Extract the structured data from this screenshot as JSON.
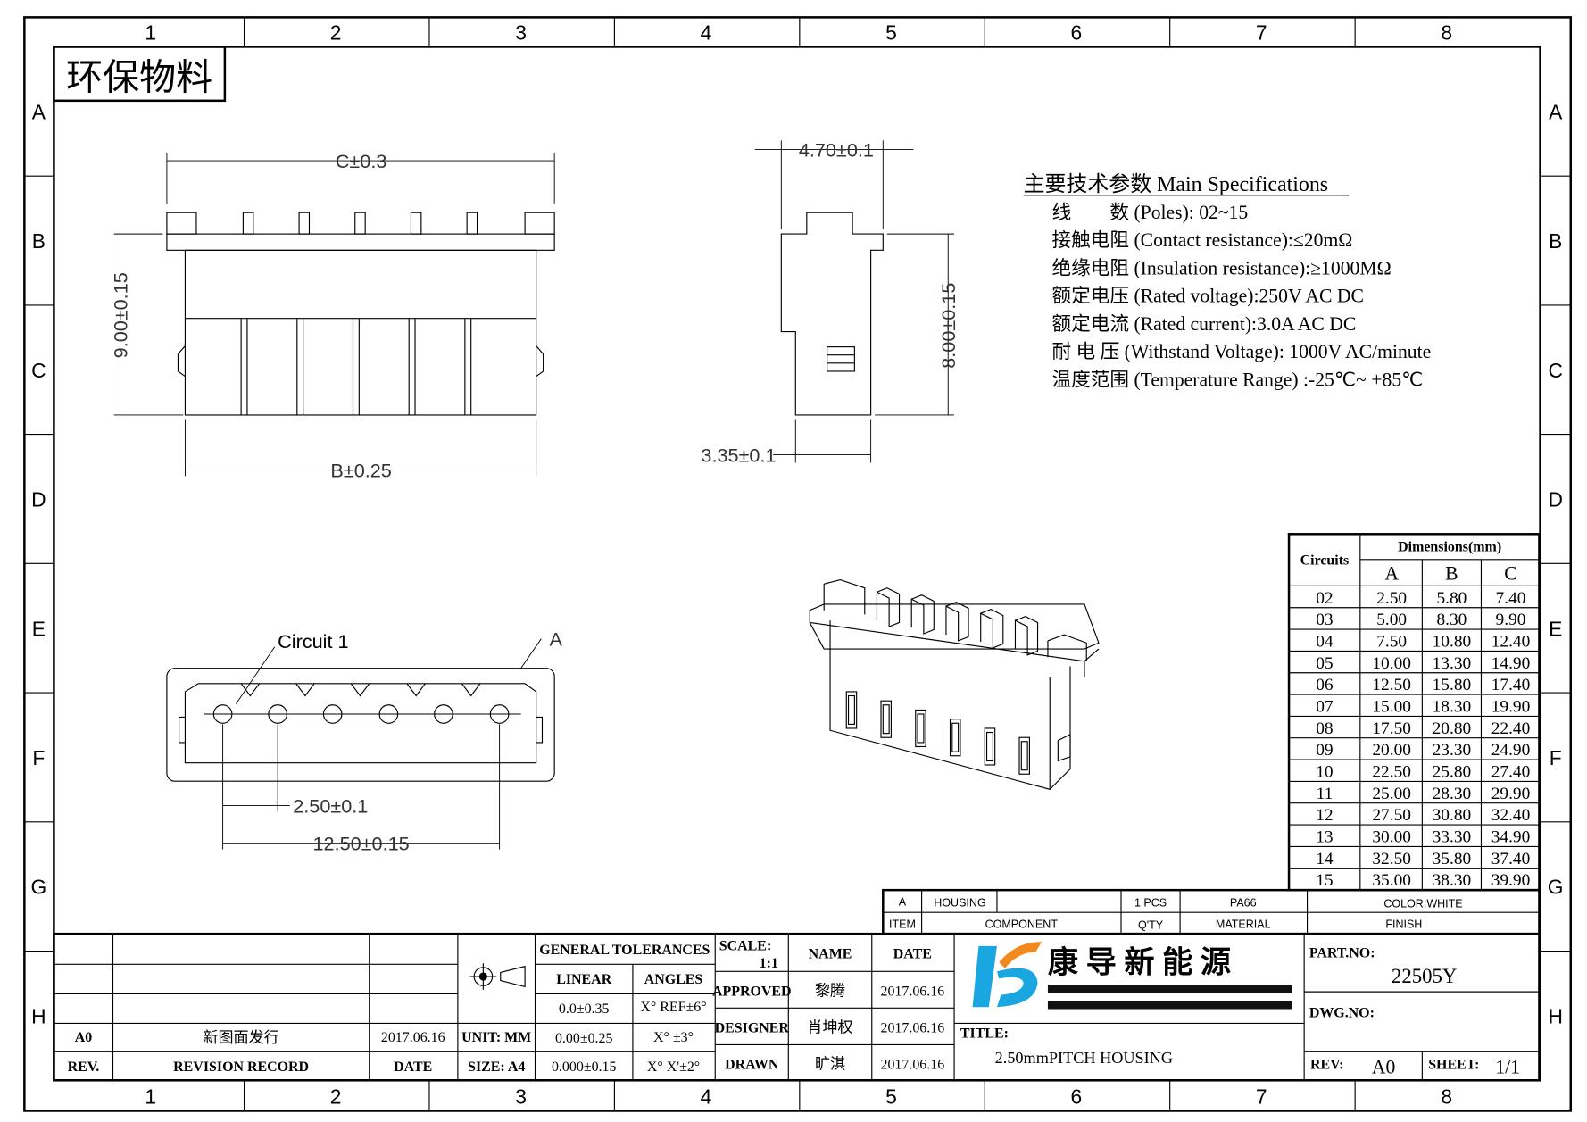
{
  "frame": {
    "columns": [
      "1",
      "2",
      "3",
      "4",
      "5",
      "6",
      "7",
      "8"
    ],
    "rows": [
      "A",
      "B",
      "C",
      "D",
      "E",
      "F",
      "G",
      "H"
    ],
    "stamp": "环保物料"
  },
  "views": {
    "front": {
      "dim_c": "C±0.3",
      "dim_height": "9.00±0.15",
      "dim_b": "B±0.25"
    },
    "side": {
      "dim_width": "4.70±0.1",
      "dim_height": "8.00±0.15",
      "dim_depth": "3.35±0.1"
    },
    "bottom": {
      "circuit_label": "Circuit 1",
      "item_label": "A",
      "dim_pitch": "2.50±0.1",
      "dim_span": "12.50±0.15"
    }
  },
  "specs": {
    "title": "主要技术参数 Main Specifications",
    "lines": [
      "线　　数 (Poles): 02~15",
      "接触电阻 (Contact resistance):≤20mΩ",
      "绝缘电阻 (Insulation resistance):≥1000MΩ",
      "额定电压 (Rated voltage):250V AC DC",
      "额定电流 (Rated current):3.0A AC DC",
      "耐 电 压 (Withstand Voltage): 1000V AC/minute",
      "温度范围 (Temperature Range) :-25℃~ +85℃"
    ]
  },
  "dimensions_table": {
    "header_circuits": "Circuits",
    "header_dimensions": "Dimensions(mm)",
    "columns": [
      "A",
      "B",
      "C"
    ],
    "rows": [
      [
        "02",
        "2.50",
        "5.80",
        "7.40"
      ],
      [
        "03",
        "5.00",
        "8.30",
        "9.90"
      ],
      [
        "04",
        "7.50",
        "10.80",
        "12.40"
      ],
      [
        "05",
        "10.00",
        "13.30",
        "14.90"
      ],
      [
        "06",
        "12.50",
        "15.80",
        "17.40"
      ],
      [
        "07",
        "15.00",
        "18.30",
        "19.90"
      ],
      [
        "08",
        "17.50",
        "20.80",
        "22.40"
      ],
      [
        "09",
        "20.00",
        "23.30",
        "24.90"
      ],
      [
        "10",
        "22.50",
        "25.80",
        "27.40"
      ],
      [
        "11",
        "25.00",
        "28.30",
        "29.90"
      ],
      [
        "12",
        "27.50",
        "30.80",
        "32.40"
      ],
      [
        "13",
        "30.00",
        "33.30",
        "34.90"
      ],
      [
        "14",
        "32.50",
        "35.80",
        "37.40"
      ],
      [
        "15",
        "35.00",
        "38.30",
        "39.90"
      ]
    ]
  },
  "bom": {
    "item": "A",
    "component": "HOUSING",
    "qty": "1  PCS",
    "material": "PA66",
    "finish": "COLOR:WHITE",
    "h_item": "ITEM",
    "h_component": "COMPONENT",
    "h_qty": "Q'TY",
    "h_material": "MATERIAL",
    "h_finish": "FINISH"
  },
  "revision": {
    "rev": "A0",
    "record": "新图面发行",
    "date": "2017.06.16",
    "h_rev": "REV.",
    "h_record": "REVISION RECORD",
    "h_date": "DATE"
  },
  "tolerances": {
    "title": "GENERAL TOLERANCES",
    "linear": "LINEAR",
    "angles": "ANGLES",
    "linear_values": [
      "0.0±0.35",
      "0.00±0.25",
      "0.000±0.15"
    ],
    "angle_values": [
      "X° REF±6°",
      "X° ±3°",
      "X° X'±2°"
    ],
    "unit": "UNIT: MM",
    "size": "SIZE: A4"
  },
  "signoff": {
    "scale_label": "SCALE:",
    "scale": "1:1",
    "h_name": "NAME",
    "h_date": "DATE",
    "rows": [
      {
        "role": "APPROVED",
        "name": "黎腾",
        "date": "2017.06.16"
      },
      {
        "role": "DESIGNER",
        "name": "肖坤权",
        "date": "2017.06.16"
      },
      {
        "role": "DRAWN",
        "name": "旷淇",
        "date": "2017.06.16"
      }
    ]
  },
  "company": {
    "name": "康 导 新 能 源",
    "brand_blue": "#1aa6e0",
    "brand_orange": "#f08a1c"
  },
  "title_block": {
    "title_label": "TITLE:",
    "title": "2.50mmPITCH HOUSING",
    "part_no_label": "PART.NO:",
    "part_no": "22505Y",
    "dwg_no_label": "DWG.NO:",
    "rev_label": "REV:",
    "rev": "A0",
    "sheet_label": "SHEET:",
    "sheet": "1/1"
  }
}
